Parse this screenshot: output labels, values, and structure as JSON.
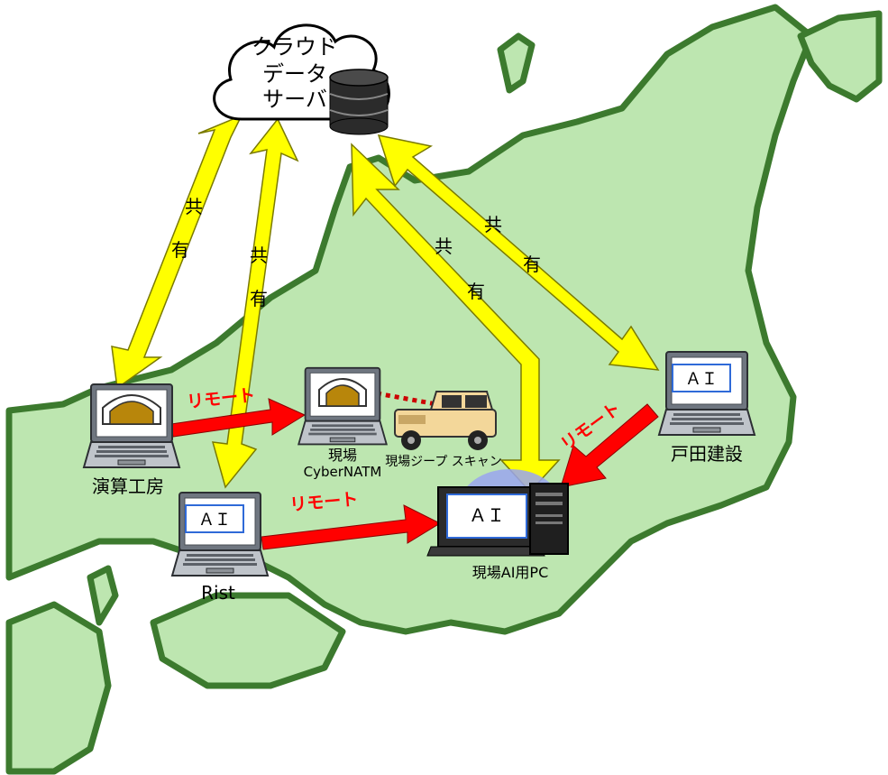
{
  "cloud": {
    "line1": "クラウド",
    "line2": "データ",
    "line3": "サーバ"
  },
  "share_labels": [
    {
      "c1": "共",
      "c2": "有"
    },
    {
      "c1": "共",
      "c2": "有"
    },
    {
      "c1": "共",
      "c2": "有"
    },
    {
      "c1": "共",
      "c2": "有"
    }
  ],
  "remote_labels": [
    "リモート",
    "リモート",
    "リモート"
  ],
  "nodes": {
    "enzan": {
      "label": "演算工房"
    },
    "genba_cyber": {
      "label1": "現場",
      "label2": "CyberNATM"
    },
    "jeep": {
      "label": "現場ジープ スキャン"
    },
    "rist": {
      "label": "Rist",
      "screen": "ＡＩ"
    },
    "toda": {
      "label": "戸田建設",
      "screen": "ＡＩ"
    },
    "ai_pc": {
      "label": "現場AI用PC",
      "screen": "ＡＩ"
    }
  },
  "colors": {
    "land": "#bde6b0",
    "coast": "#3c7a2e",
    "share_arrow": "#ffff00",
    "remote_arrow": "#ff0000",
    "screen_blue": "#2f6ad8"
  }
}
